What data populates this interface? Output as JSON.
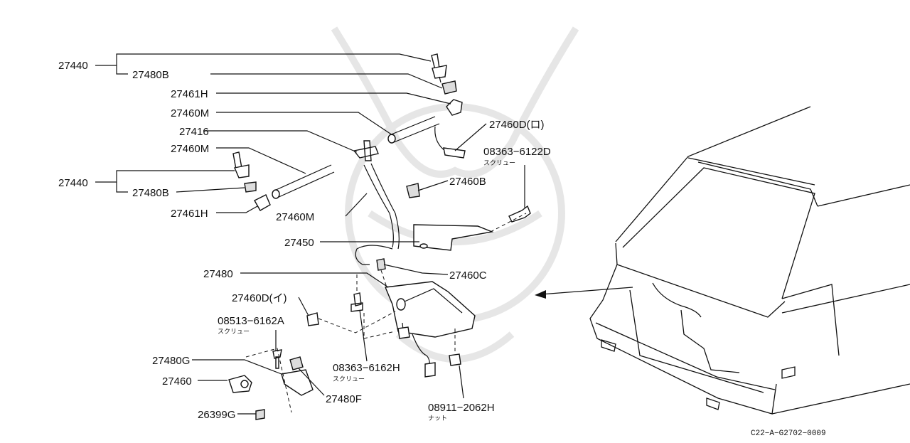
{
  "parts": {
    "p27440_top": "27440",
    "p27480B_top": "27480B",
    "p27461H_top": "27461H",
    "p27460M_a": "27460M",
    "p27416": "27416",
    "p27460M_b": "27460M",
    "p27440_bot": "27440",
    "p27480B_bot": "27480B",
    "p27461H_bot": "27461H",
    "p27460D_ro": "27460D(ロ)",
    "p08363_6122D": "08363−6122D",
    "p08363_6122D_sub": "スクリュー",
    "p27460B": "27460B",
    "p27460M_c": "27460M",
    "p27450": "27450",
    "p27460C": "27460C",
    "p27480": "27480",
    "p27460D_i": "27460D(イ)",
    "p08513_6162A": "08513−6162A",
    "p08513_6162A_sub": "スクリュー",
    "p08363_6162H": "08363−6162H",
    "p08363_6162H_sub": "スクリュー",
    "p27480G": "27480G",
    "p27460": "27460",
    "p27480F": "27480F",
    "p26399G": "26399G",
    "p08911_2062H": "08911−2062H",
    "p08911_2062H_sub": "ナット"
  },
  "diagram_ref": "C22−A−G2702−0009"
}
